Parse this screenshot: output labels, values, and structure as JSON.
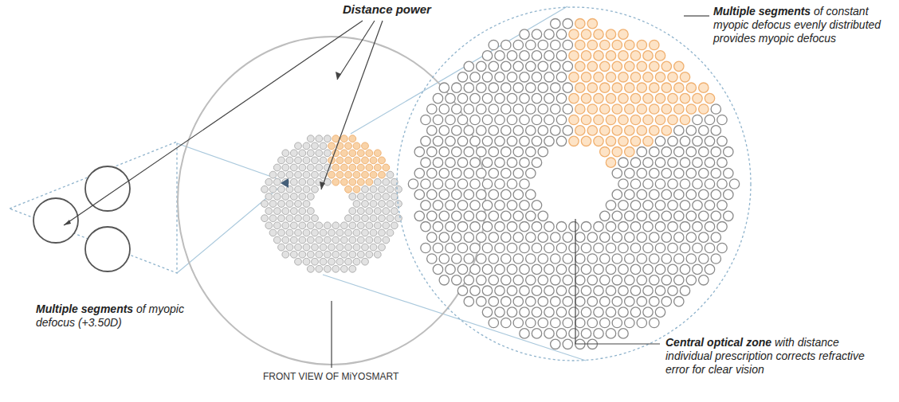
{
  "diagram": {
    "labels": [
      "Distance power",
      "Multiple segments",
      "of myopic defocus (+3.50D)",
      "FRONT VIEW OF MiYOSMART",
      "Multiple segments",
      "of constant myopic defocus evenly distributed provides myopic defocus",
      "Central optical zone",
      "with distance individual prescription corrects refractive error for clear vision"
    ]
  }
}
